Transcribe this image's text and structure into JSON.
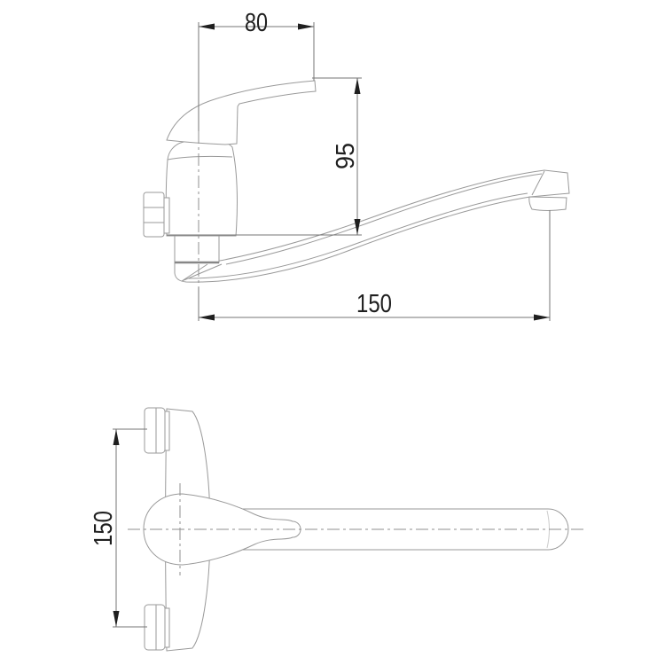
{
  "drawing": {
    "kind": "technical-dimension-drawing",
    "subject": "wall-mounted single-lever mixer faucet, side elevation (top) and plan view (bottom)",
    "background_color": "#ffffff",
    "object_line_color": "#9a9a9a",
    "dimension_line_color": "#767676",
    "text_color": "#1f1f1f",
    "views": {
      "side": {
        "name": "side-elevation"
      },
      "plan": {
        "name": "plan-view"
      }
    },
    "dimensions": {
      "handle_width": {
        "label": "80",
        "value": 80,
        "view": "side"
      },
      "height": {
        "label": "95",
        "value": 95,
        "view": "side"
      },
      "spout_reach": {
        "label": "150",
        "value": 150,
        "view": "side"
      },
      "mount_span": {
        "label": "150",
        "value": 150,
        "view": "plan"
      }
    }
  }
}
